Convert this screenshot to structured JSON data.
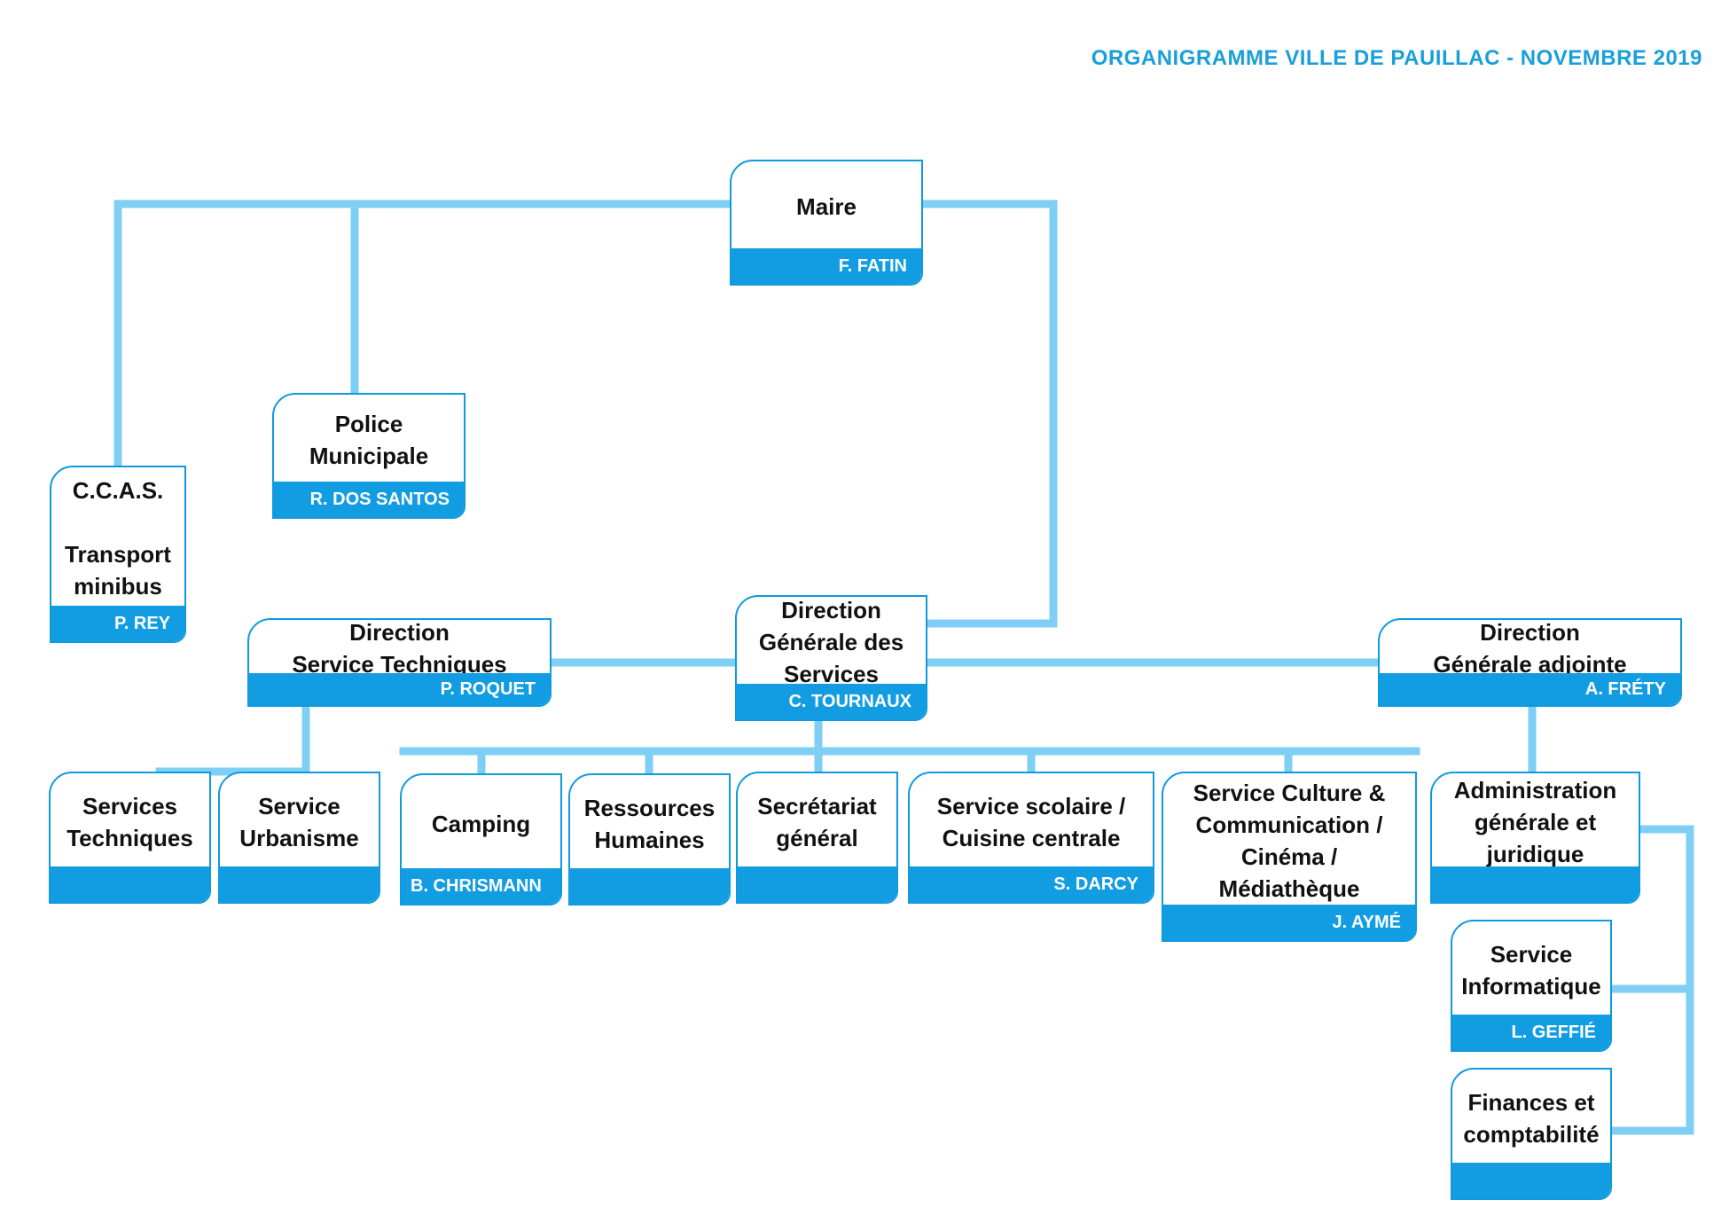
{
  "header": {
    "title": "ORGANIGRAMME VILLE DE PAUILLAC - NOVEMBRE 2019"
  },
  "colors": {
    "accent": "#129de3",
    "connector": "#7ecff3",
    "title": "#1a9fd9"
  },
  "nodes": {
    "maire": {
      "label": "Maire",
      "person": "F. FATIN"
    },
    "police": {
      "label": "Police\nMunicipale",
      "person": "R. DOS SANTOS"
    },
    "ccas": {
      "label": "C.C.A.S.\n\nTransport\nminibus",
      "person": "P. REY"
    },
    "dgs": {
      "label": "Direction\nGénérale des\nServices",
      "person": "C. TOURNAUX"
    },
    "dst": {
      "label": "Direction\nService Techniques",
      "person": "P. ROQUET"
    },
    "dga": {
      "label": "Direction\nGénérale adjointe",
      "person": "A. FRÉTY"
    },
    "services_techniques": {
      "label": "Services\nTechniques",
      "person": ""
    },
    "urbanisme": {
      "label": "Service\nUrbanisme",
      "person": ""
    },
    "camping": {
      "label": "Camping",
      "person": "B. CHRISMANN"
    },
    "rh": {
      "label": "Ressources\nHumaines",
      "person": ""
    },
    "secretariat": {
      "label": "Secrétariat\ngénéral",
      "person": ""
    },
    "scolaire": {
      "label": "Service scolaire /\nCuisine centrale",
      "person": "S. DARCY"
    },
    "culture": {
      "label": "Service Culture &\nCommunication /\nCinéma /\nMédiathèque",
      "person": "J. AYMÉ"
    },
    "admin": {
      "label": "Administration\ngénérale et\njuridique",
      "person": ""
    },
    "informatique": {
      "label": "Service\nInformatique",
      "person": "L. GEFFIÉ"
    },
    "finances": {
      "label": "Finances et\ncomptabilité",
      "person": ""
    }
  }
}
